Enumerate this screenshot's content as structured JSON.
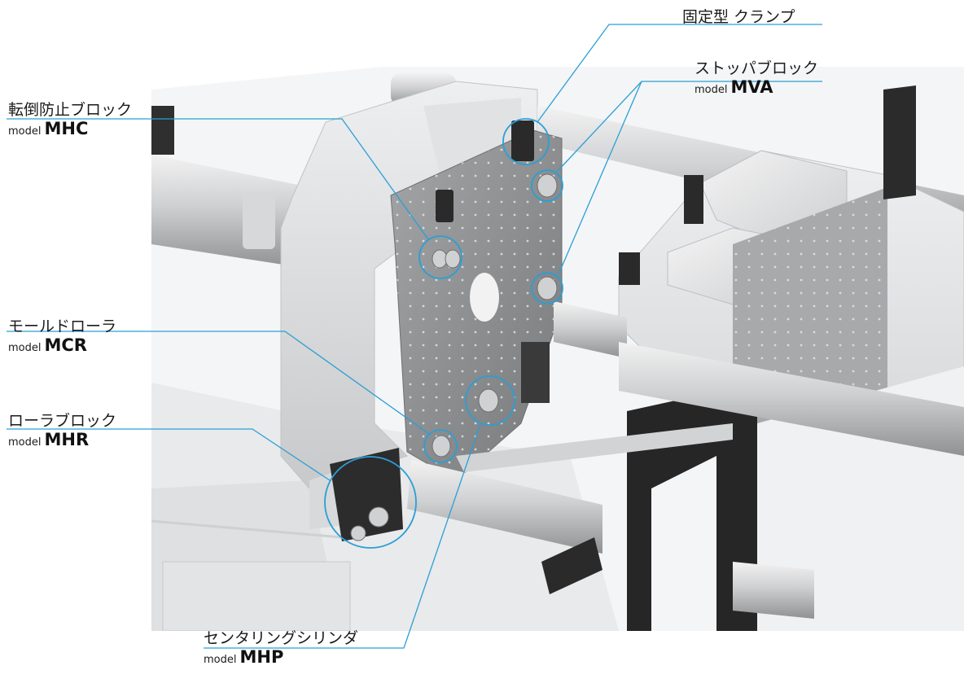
{
  "callouts": {
    "fixed_clamp": {
      "name": "固定型 クランプ"
    },
    "stopper_block": {
      "name": "ストッパブロック",
      "model_prefix": "model",
      "model_code": "MVA"
    },
    "anti_tip_block": {
      "name": "転倒防止ブロック",
      "model_prefix": "model",
      "model_code": "MHC"
    },
    "mold_roller": {
      "name": "モールドローラ",
      "model_prefix": "model",
      "model_code": "MCR"
    },
    "roller_block": {
      "name": "ローラブロック",
      "model_prefix": "model",
      "model_code": "MHR"
    },
    "centering_cylinder": {
      "name": "センタリングシリンダ",
      "model_prefix": "model",
      "model_code": "MHP"
    }
  },
  "colors": {
    "leader_line": "#2a9fd6",
    "machine_light": "#e6e7e8",
    "machine_mid": "#b9bbbd",
    "platen_dark": "#8d8f91",
    "part_black": "#2a2a2a"
  }
}
